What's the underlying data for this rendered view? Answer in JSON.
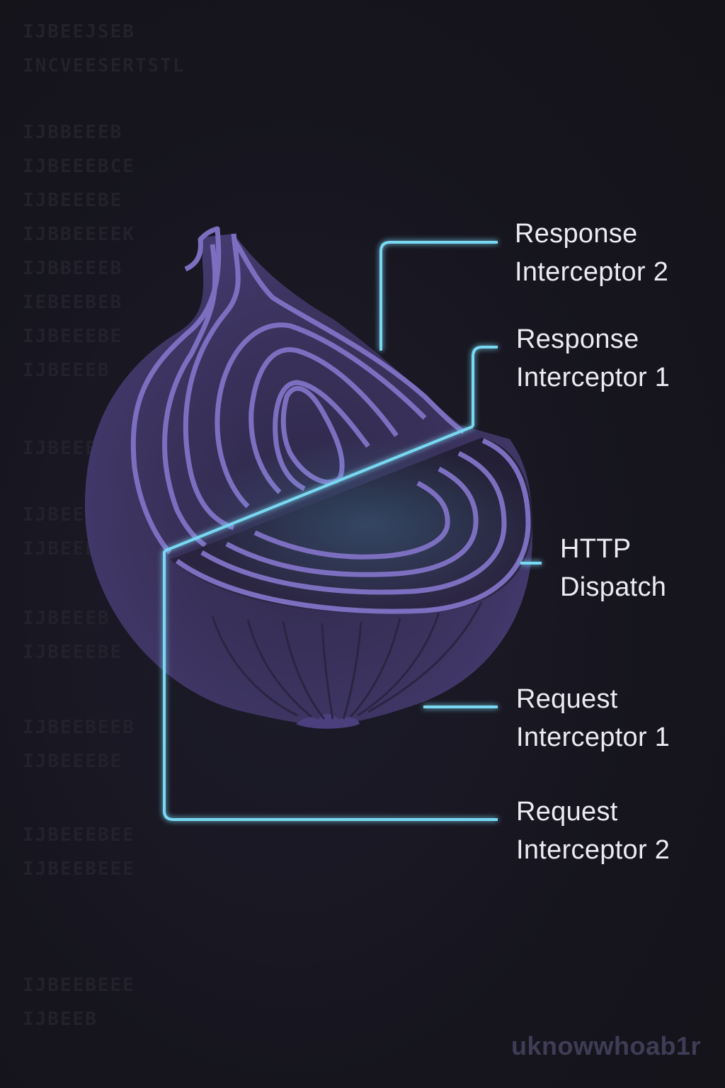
{
  "diagram": {
    "type": "layered-onion",
    "colors": {
      "background": "#17161f",
      "onion_fill": "#3d3461",
      "onion_rings": "#7d6fc0",
      "connector": "#79d8f2",
      "label_text": "#ecebf2",
      "watermark": "#3f3d56"
    },
    "labels": {
      "response_interceptor_2": {
        "line1": "Response",
        "line2": "Interceptor 2"
      },
      "response_interceptor_1": {
        "line1": "Response",
        "line2": "Interceptor 1"
      },
      "http_dispatch": {
        "line1": "HTTP",
        "line2": "Dispatch"
      },
      "request_interceptor_1": {
        "line1": "Request",
        "line2": "Interceptor 1"
      },
      "request_interceptor_2": {
        "line1": "Request",
        "line2": "Interceptor 2"
      }
    }
  },
  "watermark": "uknowwhoab1r"
}
